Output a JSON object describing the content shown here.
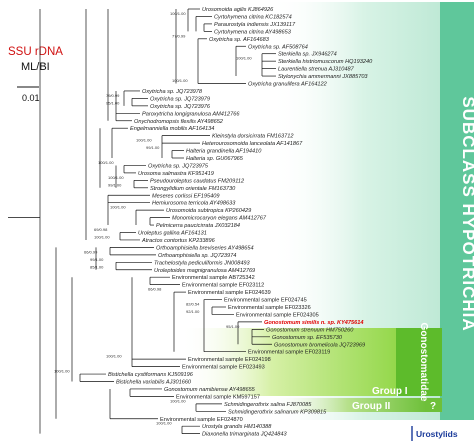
{
  "legend": {
    "gene": "SSU rDNA",
    "method": "ML/BI",
    "scale": "0.01"
  },
  "clades": {
    "subclass": "SUBCLASS HYPOTRICHIA",
    "family": "Gonostomatidae",
    "group1": "Group I",
    "group2": "Group II",
    "group2_mark": "?",
    "urostylids": "Urostylids"
  },
  "taxa": [
    {
      "name": "Urosomoida agilis KJ864926"
    },
    {
      "name": "Cyrtohymena citrina KC182574"
    },
    {
      "name": "Paraurostyla indiensis JX139117"
    },
    {
      "name": "Cyrtohymena citrina AY498653"
    },
    {
      "name": "Oxytricha sp. AF164683"
    },
    {
      "name": "Oxytricha sp. AF508764"
    },
    {
      "name": "Sterkiella sp. JX946274"
    },
    {
      "name": "Sterkiella histriomuscorum HQ193240"
    },
    {
      "name": "Laurentiella strenua AJ310487"
    },
    {
      "name": "Stylonychia ammermanni JX885703"
    },
    {
      "name": "Oxytricha granulifera AF164122"
    },
    {
      "name": "Oxytricha sp. JQ723978"
    },
    {
      "name": "Oxytricha sp. JQ723979"
    },
    {
      "name": "Oxytricha sp. JQ723976"
    },
    {
      "name": "Paroxytricha longigranulosa AM412766"
    },
    {
      "name": "Onychodromopsis flexilis AY498652"
    },
    {
      "name": "Engelmanniella mobilis AF164134"
    },
    {
      "name": "Kleinstyla dorsicirrata FM163712"
    },
    {
      "name": "Heterourosomoida lanceolata AF141867"
    },
    {
      "name": "Halteria grandinella AF194410"
    },
    {
      "name": "Halteria sp. GU067965"
    },
    {
      "name": "Oxytricha sp. JQ723975"
    },
    {
      "name": "Urosoma salmastra KF951419"
    },
    {
      "name": "Pseudouroleptus caudatus FM209112"
    },
    {
      "name": "Strongylidium orientale FM163730"
    },
    {
      "name": "Meseres corlissi EF195409"
    },
    {
      "name": "Hemiurosoma terricola AY498633"
    },
    {
      "name": "Urosomoida subtropica KP260429"
    },
    {
      "name": "Monomicrocaryon elegans AM412767"
    },
    {
      "name": "Pelmicerra paucicirrata JX032184"
    },
    {
      "name": "Uroleptus gallina AF164131"
    },
    {
      "name": "Atractos contortus KP233896"
    },
    {
      "name": "Orthoamphisiella breviseries AY498654"
    },
    {
      "name": "Orthoamphisiella sp. JQ723974"
    },
    {
      "name": "Trachelostyla pediculiformis JN008493"
    },
    {
      "name": "Uroleptoides magnigranulosa AM412769"
    },
    {
      "name": "Environmental sample AB725342"
    },
    {
      "name": "Environmental sample EF023112"
    },
    {
      "name": "Environmental sample EF024639"
    },
    {
      "name": "Environmental sample EF024745"
    },
    {
      "name": "Environmental sample EF023326"
    },
    {
      "name": "Environmental sample EF024305"
    },
    {
      "name": "Gonostomum similis n. sp. KY475614",
      "hl": true
    },
    {
      "name": "Gonostomum strenuum HM750260"
    },
    {
      "name": "Gonostomum sp. EF535730"
    },
    {
      "name": "Gonostomum bromelicola JQ723969"
    },
    {
      "name": "Environmental sample EF023119"
    },
    {
      "name": "Environmental sample EF024198"
    },
    {
      "name": "Environmental sample EF023493"
    },
    {
      "name": "Bistichella cystiformans KJ509196"
    },
    {
      "name": "Bistichella variabilis AJ301660"
    },
    {
      "name": "Gonostomum namibiense AY498655"
    },
    {
      "name": "Environmental sample KM597157"
    },
    {
      "name": "Schmidingerothrix salina FJ870085"
    },
    {
      "name": "Schmidingerothrix salinarum KP309815"
    },
    {
      "name": "Environmental sample EF024870"
    },
    {
      "name": "Urostyla grandis HM140388"
    },
    {
      "name": "Diaxonella trimarginata JQ424843"
    }
  ],
  "supports": [
    {
      "row": 1,
      "text": "100/1.00"
    },
    {
      "row": 4,
      "text": "77/0.99"
    },
    {
      "row": 7,
      "text": "100/1.00"
    },
    {
      "row": 10,
      "text": "100/1.00"
    },
    {
      "row": 12,
      "text": "79/0.99"
    },
    {
      "row": 13,
      "text": "95/1.00"
    },
    {
      "row": 18,
      "text": "100/1.00"
    },
    {
      "row": 19,
      "text": "99/1.00"
    },
    {
      "row": 21,
      "text": "100/1.00"
    },
    {
      "row": 23,
      "text": "100/1.00"
    },
    {
      "row": 24,
      "text": "99/1.00"
    },
    {
      "row": 27,
      "text": "100/1.00"
    },
    {
      "row": 30,
      "text": "69/0.98"
    },
    {
      "row": 31,
      "text": "100/1.00"
    },
    {
      "row": 33,
      "text": "66/0.99"
    },
    {
      "row": 34,
      "text": "99/1.00"
    },
    {
      "row": 35,
      "text": "85/1.00"
    },
    {
      "row": 38,
      "text": "66/0.98"
    },
    {
      "row": 40,
      "text": "82/0.54"
    },
    {
      "row": 41,
      "text": "92/1.00"
    },
    {
      "row": 43,
      "text": "95/1.00"
    },
    {
      "row": 47,
      "text": "100/1.00"
    },
    {
      "row": 49,
      "text": "100/1.00"
    },
    {
      "row": 53,
      "text": "100/1.00"
    },
    {
      "row": 56,
      "text": "100/1.00"
    }
  ]
}
